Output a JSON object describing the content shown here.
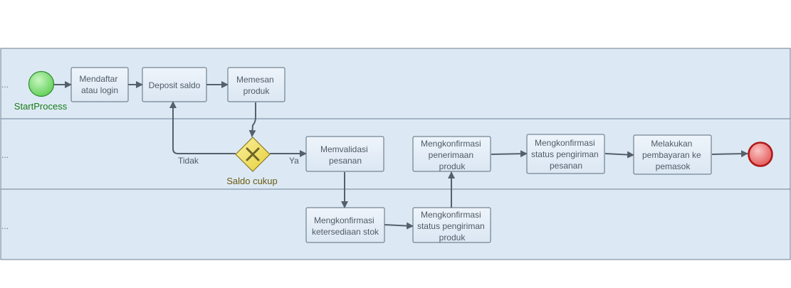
{
  "colors": {
    "lane_fill": "#dce9f5",
    "lane_stroke": "#6b7f93",
    "task_fill": "#e4eef8",
    "task_stroke": "#5a6b7c",
    "flow": "#56606b",
    "start_fill": "#88e27e",
    "start_stroke": "#2f8a2c",
    "start_label": "#1a7a16",
    "end_fill": "#ee7a7a",
    "end_stroke": "#b01818",
    "gateway_fill": "#f4e25c",
    "gateway_stroke": "#8a7a20",
    "gateway_label": "#6b5a10"
  },
  "lanes": [
    {
      "label": "..."
    },
    {
      "label": "..."
    },
    {
      "label": "..."
    }
  ],
  "start_event": {
    "label": "StartProcess"
  },
  "end_event": {
    "label": ""
  },
  "gateway": {
    "label": "Saldo cukup",
    "icon": "x-icon"
  },
  "tasks": [
    {
      "id": "t1",
      "lines": [
        "Mendaftar",
        "atau login"
      ]
    },
    {
      "id": "t2",
      "lines": [
        "Deposit saldo"
      ]
    },
    {
      "id": "t3",
      "lines": [
        "Memesan",
        "produk"
      ]
    },
    {
      "id": "t4",
      "lines": [
        "Memvalidasi",
        "pesanan"
      ]
    },
    {
      "id": "t5",
      "lines": [
        "Mengkonfirmasi",
        "ketersediaan stok"
      ]
    },
    {
      "id": "t6",
      "lines": [
        "Mengkonfirmasi",
        "status pengiriman",
        "produk"
      ]
    },
    {
      "id": "t7",
      "lines": [
        "Mengkonfirmasi",
        "penerimaan",
        "produk"
      ]
    },
    {
      "id": "t8",
      "lines": [
        "Mengkonfirmasi",
        "status pengiriman",
        "pesanan"
      ]
    },
    {
      "id": "t9",
      "lines": [
        "Melakukan",
        "pembayaran ke",
        "pemasok"
      ]
    }
  ],
  "flow_labels": {
    "no": "Tidak",
    "yes": "Ya"
  }
}
